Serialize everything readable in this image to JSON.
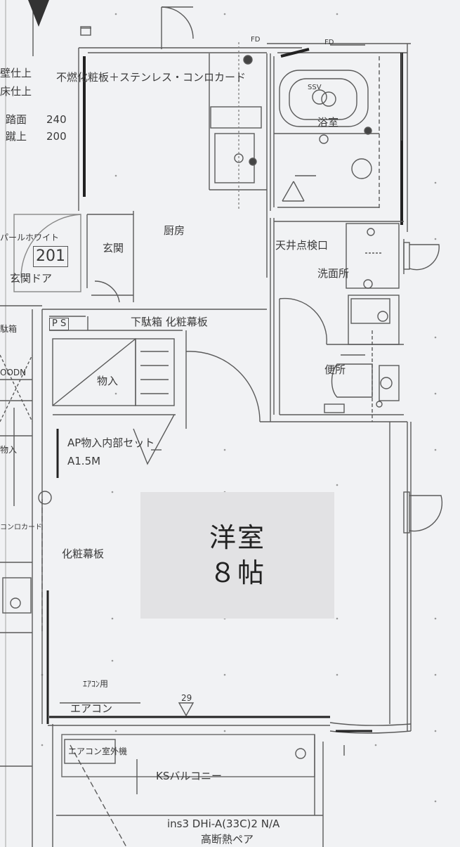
{
  "side_labels": {
    "finish_top1": "壁仕上",
    "finish_top2": "床仕上",
    "tread": "踏面",
    "tread_val": "240",
    "riser": "蹴上",
    "riser_val": "200"
  },
  "door": {
    "color": "パールホワイト",
    "number": "201",
    "label": "玄関ドア"
  },
  "rooms": {
    "kitchen_note": "不燃化粧板＋ステンレス・コンロカード",
    "kitchen": "厨房",
    "entrance": "玄関",
    "bath": "浴室",
    "bath_code": "SSV",
    "ceiling_hatch": "天井点検口",
    "washroom": "洗面所",
    "toilet": "便所",
    "storage": "物入",
    "ps": "P S",
    "shoe_box": "下駄箱 化粧幕板",
    "storage_note1": "AP物入内部セット",
    "storage_note2": "A1.5M",
    "valance": "化粧幕板",
    "ac_for": "ｴｱｺﾝ用",
    "ac": "エアコン",
    "ac_outdoor": "エアコン室外機",
    "balcony": "KSバルコニー",
    "mark_29": "29",
    "fd1": "FD",
    "fd2": "FD"
  },
  "left_fragments": {
    "shoe": "駄箱",
    "odn": "OODN",
    "storage": "物入",
    "cooker": "コンロカード"
  },
  "sash": {
    "line1": "ins3 DHi-A(33C)2 N/A",
    "line2": "高断熱ペア"
  },
  "room_card": {
    "name": "洋室",
    "size": "８帖"
  }
}
